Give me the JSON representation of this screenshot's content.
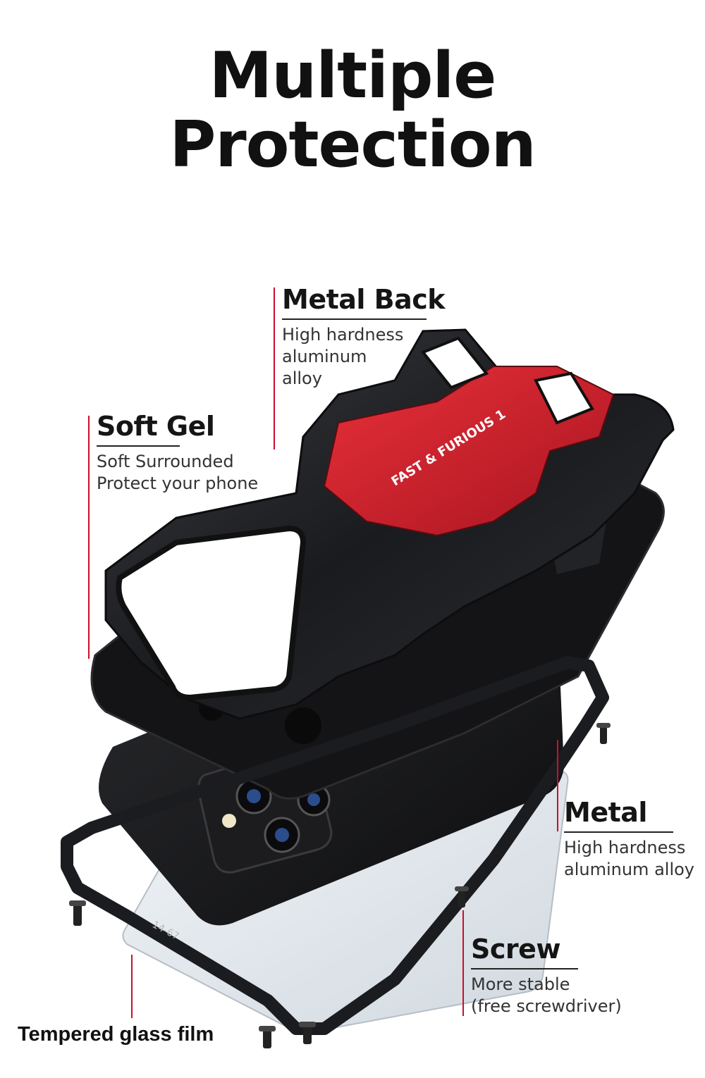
{
  "title": {
    "line1": "Multiple",
    "line2": "Protection"
  },
  "callouts": {
    "metal_back": {
      "heading": "Metal Back",
      "desc": "High hardness\naluminum\nalloy"
    },
    "soft_gel": {
      "heading": "Soft Gel",
      "desc": "Soft Surrounded\nProtect your phone"
    },
    "metal": {
      "heading": "Metal",
      "desc": "High hardness\naluminum alloy"
    },
    "screw": {
      "heading": "Screw",
      "desc": "More stable\n (free screwdriver)"
    }
  },
  "tempered_glass": {
    "label": "Tempered glass film"
  },
  "product_marks": {
    "brand_text": "FAST & FURIOUS 1",
    "frame_marking": "14-67"
  },
  "colors": {
    "accent_red": "#c8102e",
    "metal_dark": "#1b1c1f",
    "red_panel": "#d3202c"
  }
}
